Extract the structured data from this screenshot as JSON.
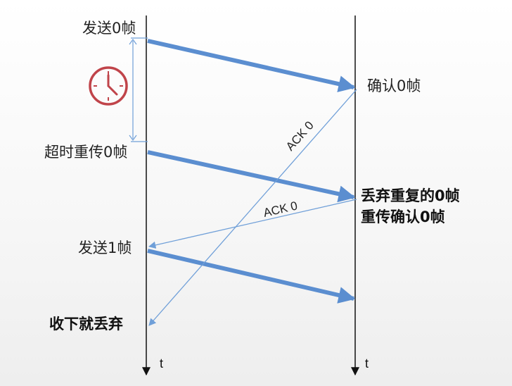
{
  "sender": {
    "send_frame0": "发送0帧",
    "timeout_resend": "超时重传0帧",
    "send_frame1": "发送1帧",
    "receive_discard": "收下就丢弃",
    "time_axis": "t"
  },
  "receiver": {
    "ack_frame0": "确认0帧",
    "discard_duplicate": "丢弃重复的0帧",
    "resend_ack": "重传确认0帧",
    "time_axis": "t"
  },
  "acks": {
    "first": "ACK 0",
    "second": "ACK 0"
  },
  "icons": {
    "timer": "clock-icon"
  },
  "colors": {
    "frame_arrow": "#5b8ed0",
    "ack_line": "#6f9fd8",
    "axis": "#111111",
    "clock": "#c0444a"
  }
}
